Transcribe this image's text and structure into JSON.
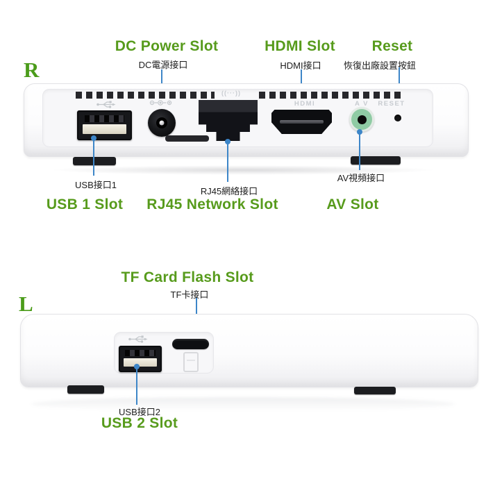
{
  "colors": {
    "heading_green": "#579b1c",
    "side_letter_green": "#4b9c1a",
    "callout_text": "#1c1c1c",
    "leader_line_blue": "#3d86c8",
    "emboss_gray": "#c7cbd0",
    "av_ring_green": "#8fcba4"
  },
  "rear_view": {
    "side_label": "R",
    "dc": {
      "title": "DC Power Slot",
      "subtitle": "DC電源接口"
    },
    "hdmi": {
      "title": "HDMI Slot",
      "subtitle": "HDMI接口"
    },
    "reset": {
      "title": "Reset",
      "subtitle": "恢復出廠設置按鈕"
    },
    "usb1": {
      "title": "USB 1 Slot",
      "subtitle": "USB接口1"
    },
    "rj45": {
      "title": "RJ45 Network Slot",
      "subtitle": "RJ45網絡接口"
    },
    "av": {
      "title": "AV Slot",
      "subtitle": "AV視頻接口"
    },
    "embossed": {
      "hdmi": "HDMI",
      "av": "A V",
      "reset": "RESET",
      "wifi_mark": "((···))"
    }
  },
  "left_view": {
    "side_label": "L",
    "tf": {
      "title": "TF Card Flash Slot",
      "subtitle": "TF卡接口"
    },
    "usb2": {
      "title": "USB 2 Slot",
      "subtitle": "USB接口2"
    }
  }
}
